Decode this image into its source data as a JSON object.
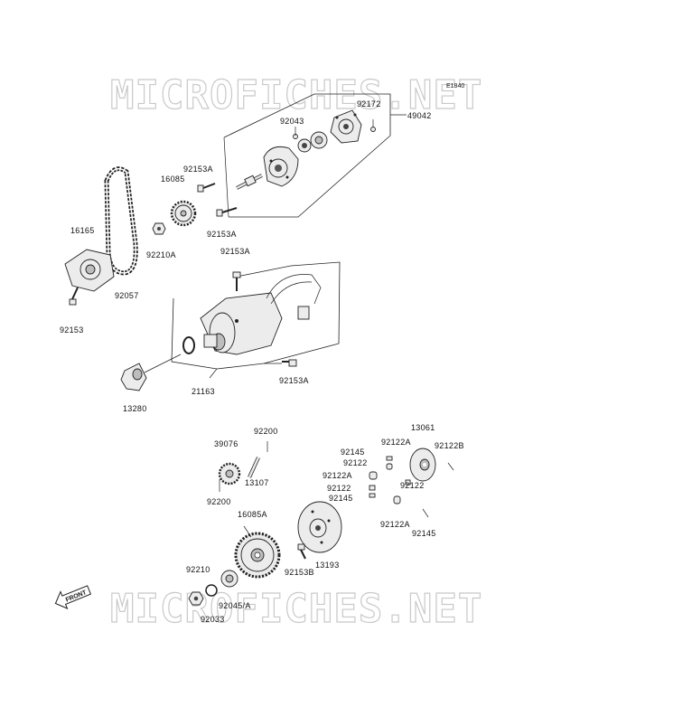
{
  "diagram": {
    "code": "E1840",
    "watermark": "MICROFICHES.NET",
    "front_label": "FRONT",
    "labels": {
      "p92172": "92172",
      "p49042": "49042",
      "p92043": "92043",
      "p92153A_1": "92153A",
      "p16085": "16085",
      "p92153A_2": "92153A",
      "p16165": "16165",
      "p92210A": "92210A",
      "p92057": "92057",
      "p92153_1": "92153",
      "p92153A_3": "92153A",
      "p92153A_4": "92153A",
      "p21163": "21163",
      "p13280": "13280",
      "p92200_1": "92200",
      "p39076": "39076",
      "p13107": "13107",
      "p92200_2": "92200",
      "p16085A": "16085A",
      "p92210": "92210",
      "p92045A": "92045/A",
      "p92033": "92033",
      "p13061": "13061",
      "p92145_1": "92145",
      "p92122A_1": "92122A",
      "p92122B": "92122B",
      "p92122_1": "92122",
      "p92122A_2": "92122A",
      "p92122_2": "92122",
      "p92122_3": "92122",
      "p92145_2": "92145",
      "p92122A_3": "92122A",
      "p92145_3": "92145",
      "p92153B": "92153B",
      "p13193": "13193"
    }
  }
}
